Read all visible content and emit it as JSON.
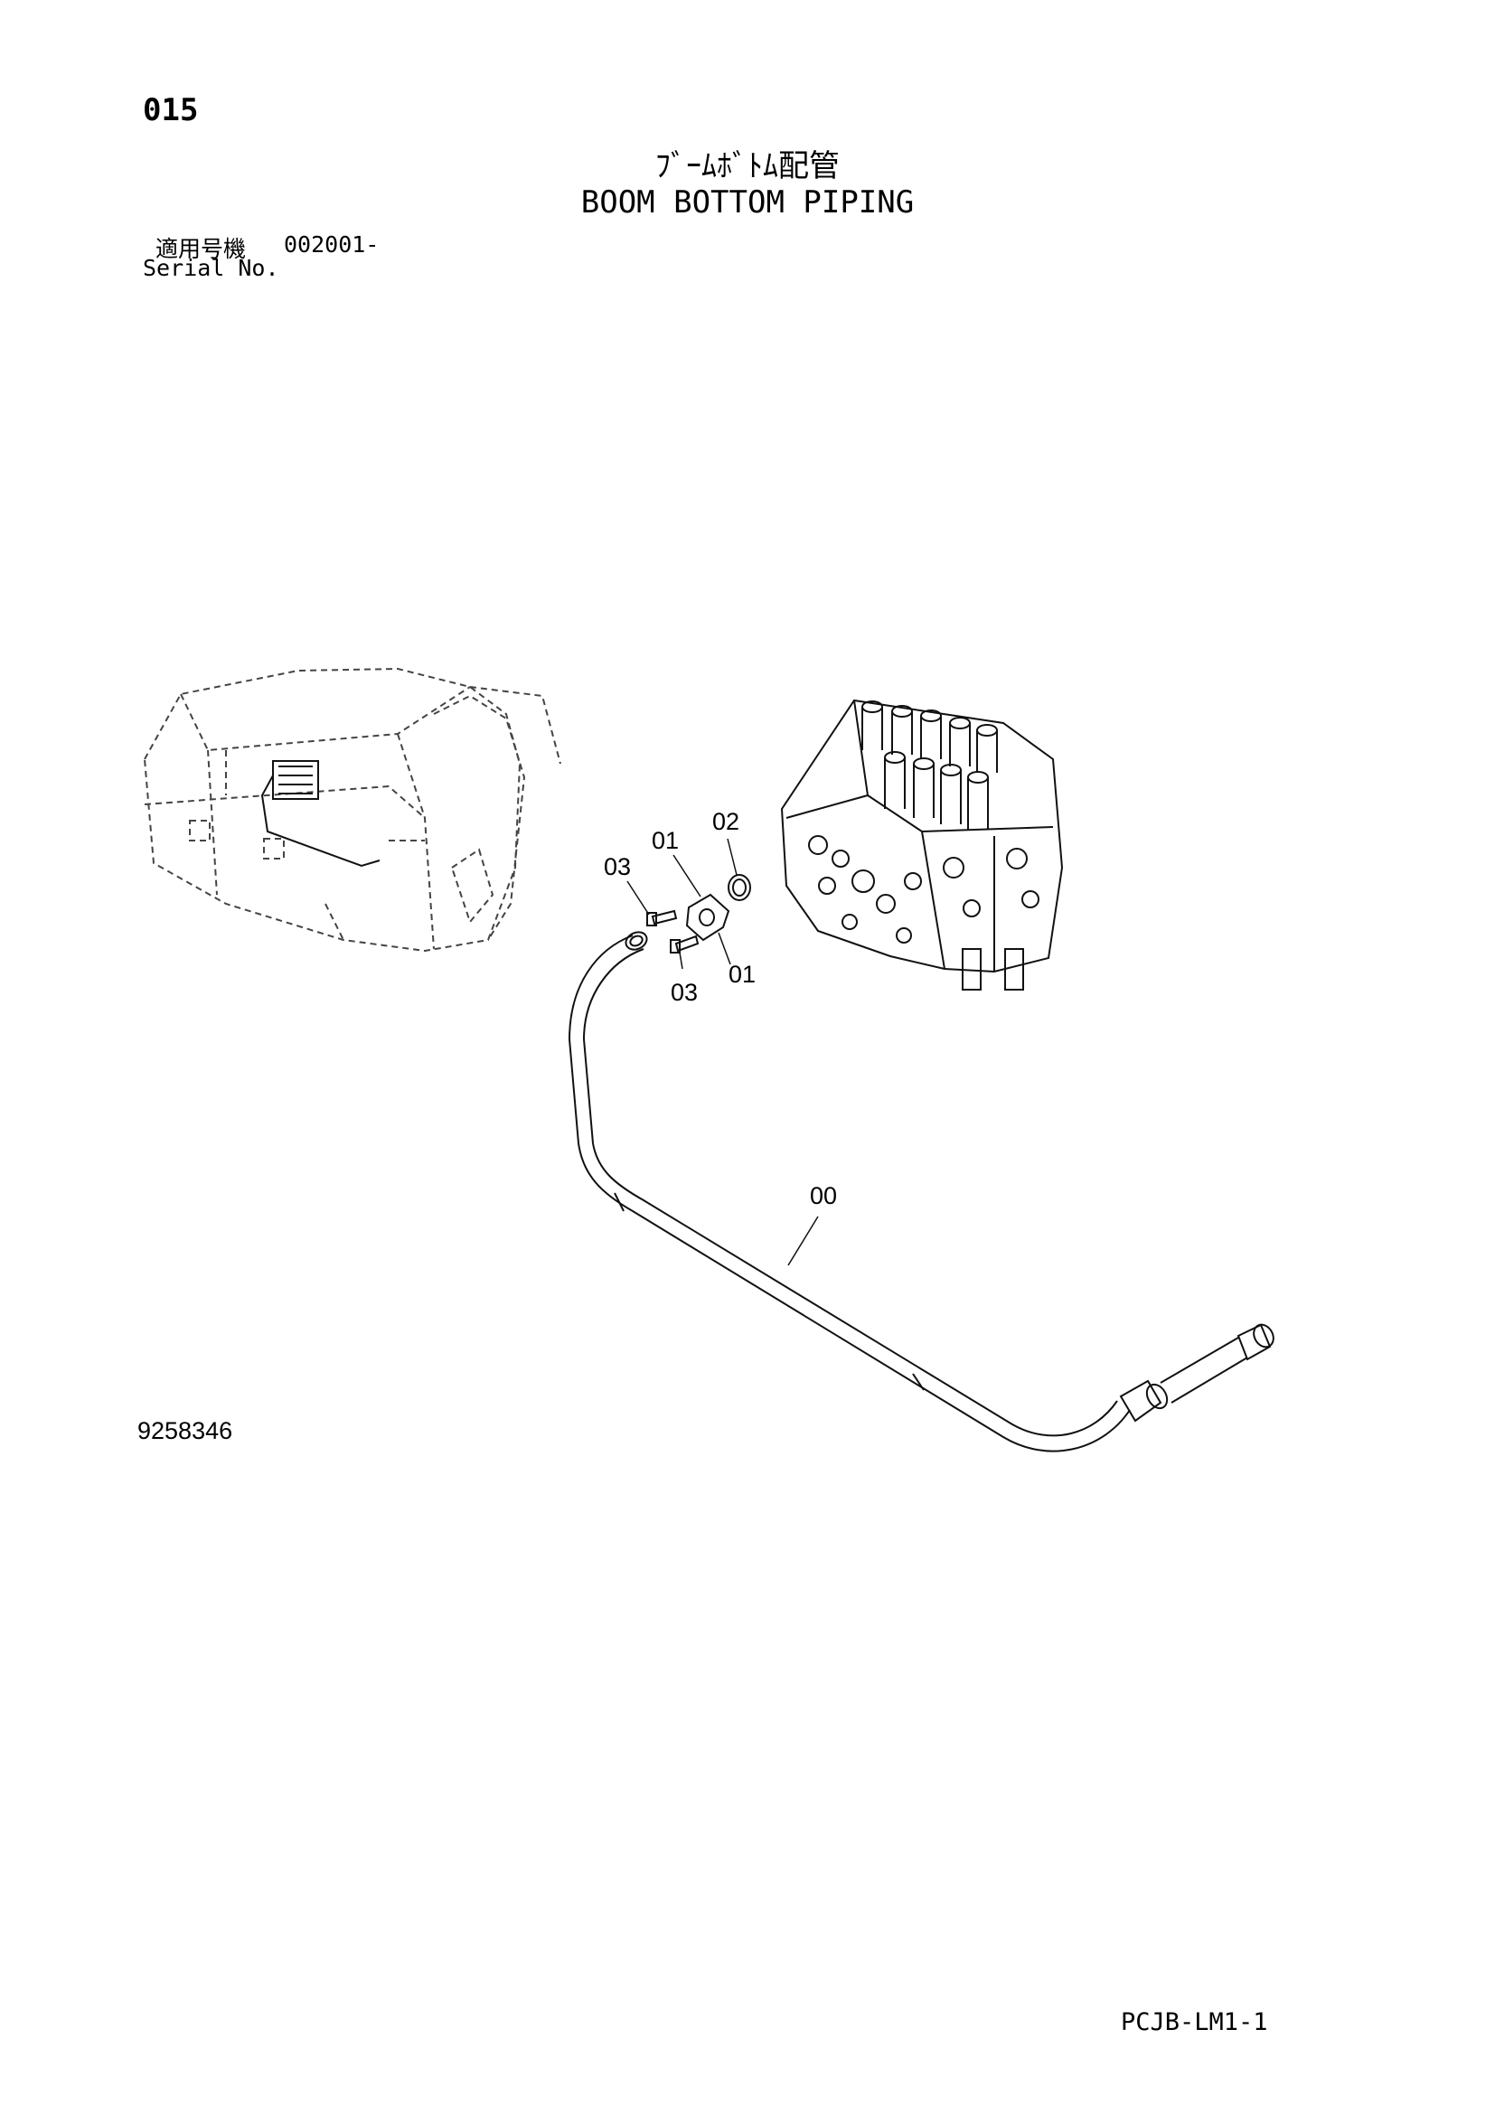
{
  "header": {
    "page_number": "015",
    "title_jp": "ﾌﾞｰﾑﾎﾞﾄﾑ配管",
    "title_en": "BOOM BOTTOM PIPING",
    "serial_label_jp": "適用号機",
    "serial_value": "002001-",
    "serial_label_en": "Serial No."
  },
  "diagram": {
    "figure_number": "9258346",
    "callouts": {
      "c00": "00",
      "c01a": "01",
      "c01b": "01",
      "c02": "02",
      "c03a": "03",
      "c03b": "03"
    }
  },
  "footer": {
    "doc_code": "PCJB-LM1-1"
  }
}
